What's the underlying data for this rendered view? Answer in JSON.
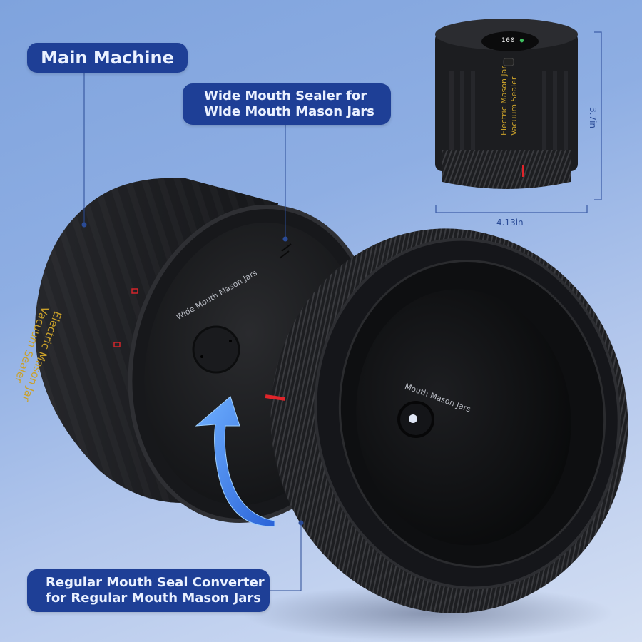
{
  "labels": {
    "main_machine": "Main Machine",
    "wide_mouth_sealer": {
      "line1": "Wide Mouth Sealer for",
      "line2": "Wide Mouth Mason Jars"
    },
    "regular_mouth_converter": {
      "line1": "Regular Mouth Seal Converter",
      "line2": "for Regular Mouth Mason Jars"
    }
  },
  "product": {
    "side_text_line1": "Electric Mason Jar",
    "side_text_line2": "Vacuum Sealer",
    "wide_face_text": "Wide Mouth Mason Jars",
    "regular_face_text": "Mouth Mason Jars",
    "display_value": "100"
  },
  "dimensions": {
    "width": "4.13in",
    "height": "3.7in"
  },
  "colors": {
    "label_bg": "#1e3f96",
    "label_text": "#eaf1ff",
    "background_top": "#7fa3dd",
    "background_bottom": "#d4dff3",
    "product_body": "#1b1c1f",
    "accent_red": "#e0242a",
    "side_text_gold": "#c9a02a",
    "arrow_blue": "#3d86f0",
    "dimension_line": "#3e5ea8"
  },
  "icons": [
    "rotate-arrow-icon",
    "lock-icon",
    "unlock-icon",
    "battery-icon"
  ]
}
